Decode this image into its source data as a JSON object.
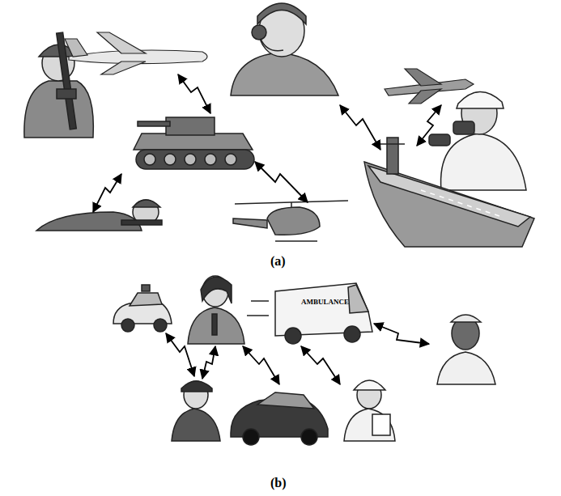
{
  "diagram": {
    "labels": [
      "(a)",
      "(b)",
      "AMBULANCE"
    ]
  }
}
